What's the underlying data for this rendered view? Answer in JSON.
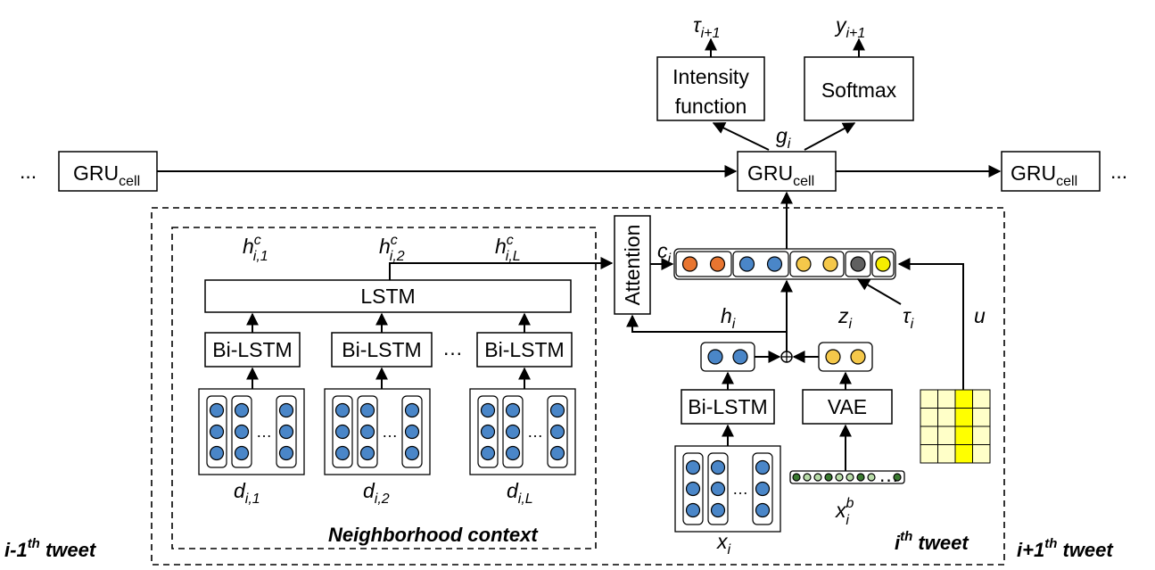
{
  "labels": {
    "gru": "GRU",
    "gru_sub": "cell",
    "ellipsis": "...",
    "dots": "…",
    "intensity_line1": "Intensity",
    "intensity_line2": "function",
    "softmax": "Softmax",
    "tau": "τ",
    "tau_next_sub": "i+1",
    "tau_i_sub": "i",
    "y": "y",
    "y_sub": "i+1",
    "g": "g",
    "g_sub": "i",
    "c": "c",
    "c_sub": "i",
    "h": "h",
    "h_sub": "i",
    "z": "z",
    "z_sub": "i",
    "u": "u",
    "hc_sup": "c",
    "hc1_sub": "i,1",
    "hc2_sub": "i,2",
    "hcL_sub": "i,L",
    "lstm": "LSTM",
    "bilstm": "Bi-LSTM",
    "vae": "VAE",
    "attention": "Attention",
    "d": "d",
    "d1_sub": "i,1",
    "d2_sub": "i,2",
    "dL_sub": "i,L",
    "x": "x",
    "x_sub": "i",
    "xb_sup": "b",
    "xb_sub": "i",
    "neighborhood": "Neighborhood context",
    "prev_tweet": "i-1",
    "cur_tweet": "i",
    "next_tweet": "i+1",
    "th": "th",
    "tweet": " tweet"
  },
  "colors": {
    "node_blue": "#4a86c8",
    "node_orange": "#e87530",
    "node_gold": "#f5c84a",
    "node_gray": "#606060",
    "node_yellow": "#f5ee00",
    "grid_pale": "#ffffc8",
    "grid_highlight": "#ffff00",
    "green_dark": "#3a7a30",
    "green_light": "#b8dca8"
  }
}
